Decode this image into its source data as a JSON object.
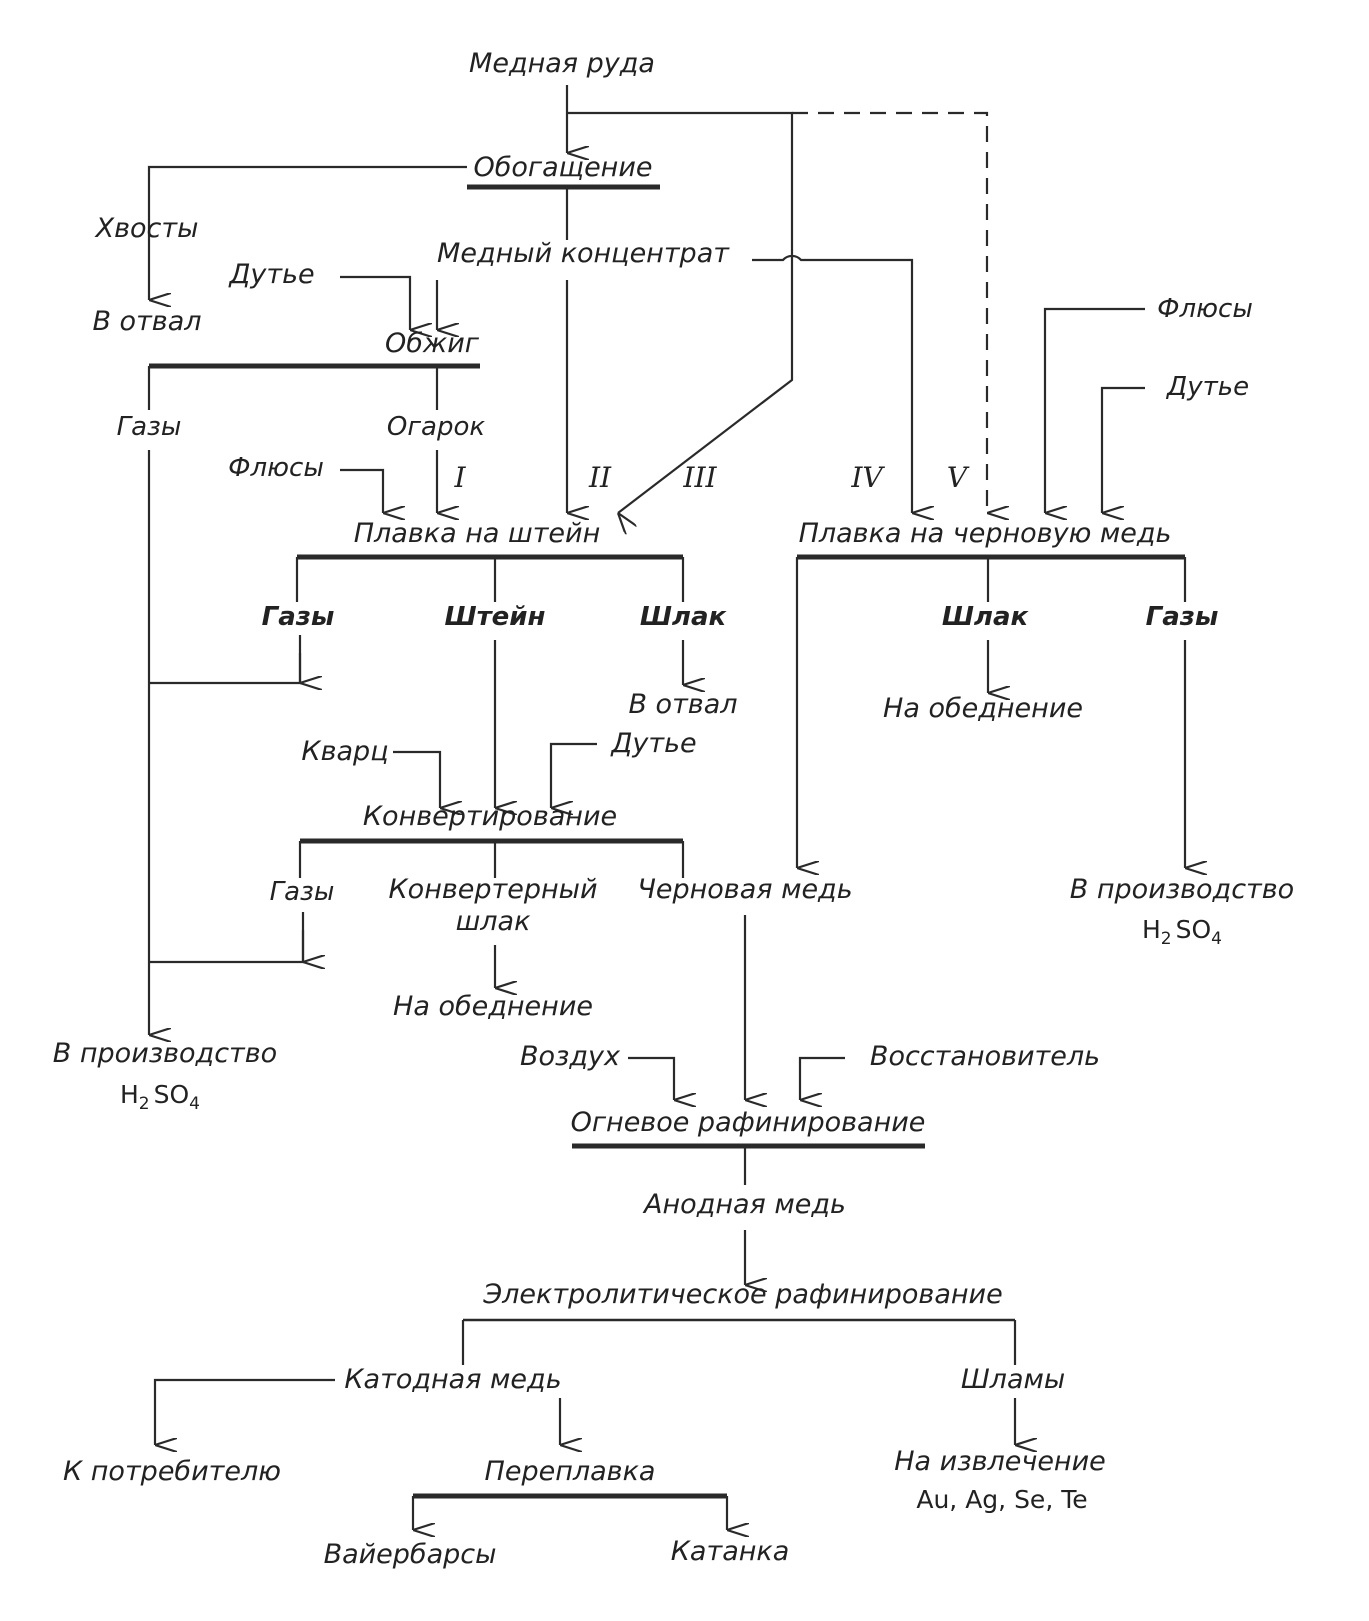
{
  "ore": "Медная руда",
  "enrichment": "Обогащение",
  "tails": "Хвосты",
  "to_dump_1": "В отвал",
  "concentrate": "Медный концентрат",
  "blast_1": "Дутье",
  "roasting": "Обжиг",
  "gases_roast": "Газы",
  "calcine": "Огарок",
  "fluxes_1": "Флюсы",
  "fluxes_2": "Флюсы",
  "blast_2": "Дутье",
  "routes": [
    "I",
    "II",
    "III",
    "IV",
    "V"
  ],
  "matte_smelting": "Плавка на штейн",
  "blister_smelting": "Плавка на черновую медь",
  "gases_matte": "Газы",
  "matte": "Штейн",
  "slag_matte": "Шлак",
  "to_dump_2": "В отвал",
  "slag_blister": "Шлак",
  "to_depletion_1": "На обеднение",
  "gases_blister": "Газы",
  "quartz": "Кварц",
  "blast_3": "Дутье",
  "converting": "Конвертирование",
  "gases_conv": "Газы",
  "converter_slag_1": "Конвертерный",
  "converter_slag_2": "шлак",
  "to_depletion_2": "На обеднение",
  "blister_copper": "Черновая медь",
  "to_production_right": "В производство",
  "to_production_left": "В производство",
  "h2so4_prefix": "H",
  "h2so4_sub1": "2",
  "h2so4_mid": "SO",
  "h2so4_sub2": "4",
  "air": "Воздух",
  "reducer": "Восстановитель",
  "fire_refining": "Огневое рафинирование",
  "anode_copper": "Анодная медь",
  "electro_refining": "Электролитическое рафинирование",
  "cathode_copper": "Катодная медь",
  "slimes": "Шламы",
  "to_consumer": "К потребителю",
  "remelting": "Переплавка",
  "extraction": "На извлечение",
  "metals": "Au, Ag, Se, Te",
  "wirebars": "Вайербарсы",
  "rod": "Катанка"
}
